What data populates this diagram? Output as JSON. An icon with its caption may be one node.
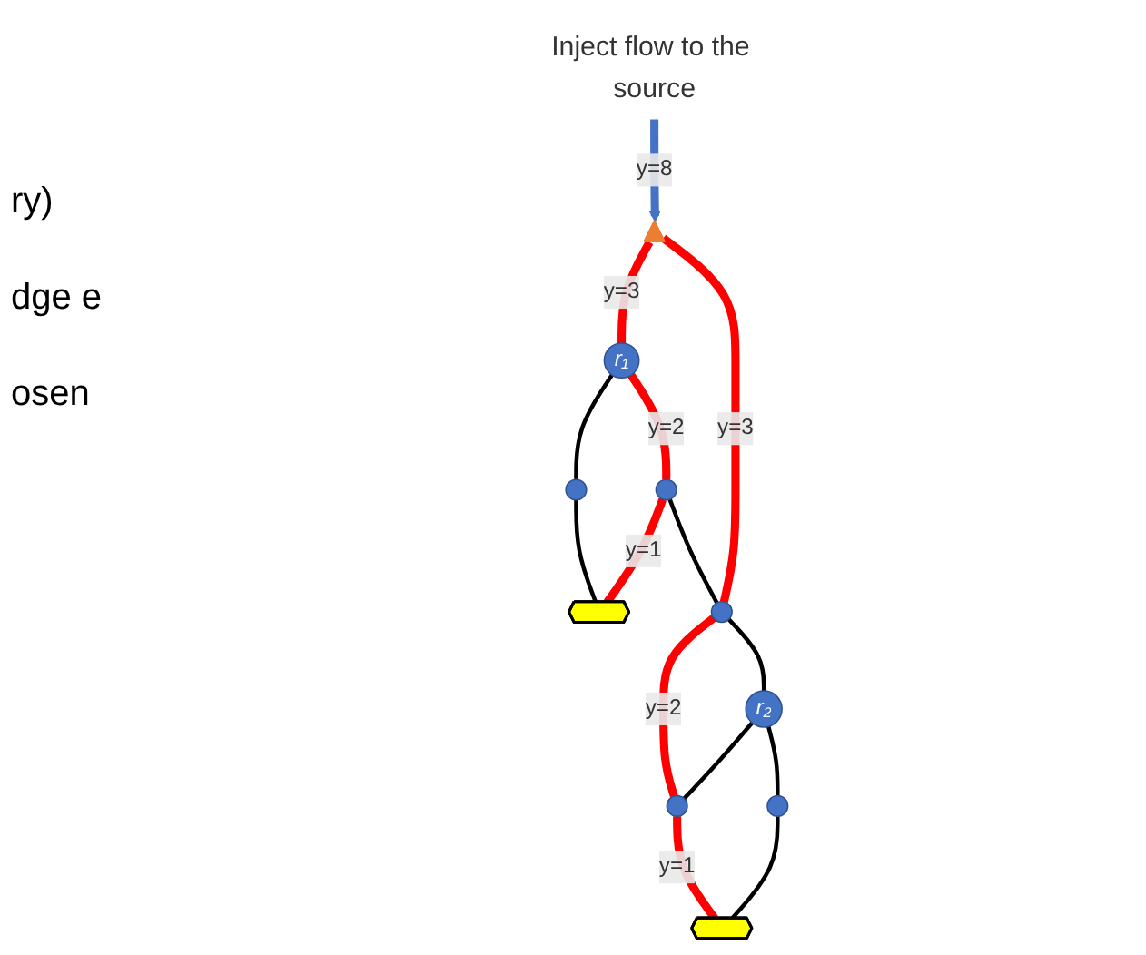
{
  "diagram": {
    "nodes": [
      {
        "text": [
          "Inject flow to the source"
        ]
      },
      {
        "text": [],
        "shape": "triangle"
      },
      {
        "text": [
          "r₁"
        ]
      },
      {
        "text": [],
        "shape": "circle"
      },
      {
        "text": [
          "r₂"
        ]
      },
      {
        "text": [],
        "shape": "circle"
      },
      {
        "text": [],
        "shape": "circle"
      },
      {
        "text": [],
        "shape": "circle"
      },
      {
        "text": [],
        "shape": "circle"
      },
      {
        "text": [],
        "shape": "star"
      },
      {
        "text": [],
        "shape": "star"
      }
    ],
    "edges": [
      {
        "from": 0,
        "to": 1,
        "arrow": "to",
        "label": "y=8",
        "style": "thick",
        "color": "#4472c4"
      },
      {
        "from": 1,
        "to": 2,
        "arrow": "none",
        "label": "y=3",
        "style": "thick",
        "color": "#ff0000"
      },
      {
        "from": 1,
        "to": 3,
        "arrow": "none",
        "label": "y=3",
        "style": "thick",
        "color": "#ff0000"
      },
      {
        "from": 2,
        "to": 6,
        "arrow": "none"
      },
      {
        "from": 6,
        "to": 9,
        "arrow": "none"
      },
      {
        "from": 2,
        "to": 7,
        "arrow": "none",
        "label": "y=2",
        "style": "thick",
        "color": "#ff0000"
      },
      {
        "from": 7,
        "to": 9,
        "arrow": "none",
        "label": "y=1",
        "style": "thick",
        "color": "#ff0000"
      },
      {
        "from": 7,
        "to": 3,
        "arrow": "none"
      },
      {
        "from": 3,
        "to": 8,
        "arrow": "none",
        "label": "y=2",
        "style": "thick",
        "color": "#ff0000"
      },
      {
        "from": 3,
        "to": 4,
        "arrow": "none"
      },
      {
        "from": 4,
        "to": 8,
        "arrow": "none"
      },
      {
        "from": 4,
        "to": 5,
        "arrow": "none"
      },
      {
        "from": 5,
        "to": 10,
        "arrow": "none"
      },
      {
        "from": 8,
        "to": 10,
        "arrow": "none",
        "label": "y=1",
        "style": "thick",
        "color": "#ff0000"
      }
    ],
    "labels": [
      "ry)",
      "dge e",
      "osen"
    ]
  }
}
